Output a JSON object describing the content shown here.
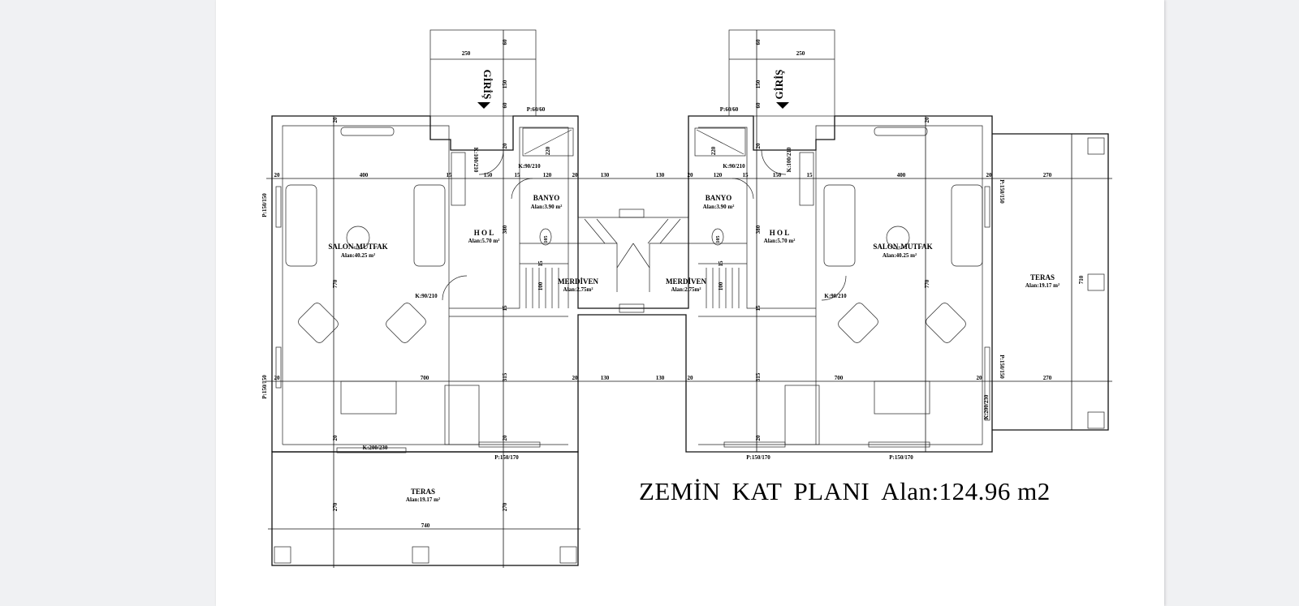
{
  "title": {
    "words": [
      "ZEMİN",
      "KAT",
      "PLANI",
      "Alan:124.96 m2"
    ]
  },
  "labels": {
    "salon_left": "SALON-MUTFAK",
    "salon_left_area": "Alan:40.25 m²",
    "salon_right": "SALON-MUTFAK",
    "salon_right_area": "Alan:40.25 m²",
    "hol_left": "H O L",
    "hol_left_area": "Alan:5.70 m²",
    "hol_right": "H O L",
    "hol_right_area": "Alan:5.70 m²",
    "banyo_left": "BANYO",
    "banyo_left_area": "Alan:3.90 m²",
    "banyo_right": "BANYO",
    "banyo_right_area": "Alan:3.90 m²",
    "merdiven_left": "MERDİVEN",
    "merdiven_left_area": "Alan:2.75m²",
    "merdiven_right": "MERDİVEN",
    "merdiven_right_area": "Alan:2.75m²",
    "teras_bottom": "TERAS",
    "teras_bottom_area": "Alan:19.17 m²",
    "teras_right": "TERAS",
    "teras_right_area": "Alan:19.17 m²",
    "giris_left": "GİRİŞ",
    "giris_right": "GİRİŞ"
  },
  "openings": {
    "p150_150": "P:150/150",
    "p60_60": "P:60/60",
    "k100_210": "K:100/210",
    "k90_210": "K:90/210",
    "k200_230": "K:200/230",
    "p150_170": "P:150/170"
  },
  "dims": {
    "d20": "20",
    "d15": "15",
    "d60": "60",
    "d100": "100",
    "d105": "105",
    "d120": "120",
    "d130": "130",
    "d150": "150",
    "d220": "220",
    "d250": "250",
    "d270": "270",
    "d315": "315",
    "d380": "380",
    "d400": "400",
    "d700": "700",
    "d710": "710",
    "d740": "740",
    "d770": "770"
  },
  "colors": {
    "page": "#ffffff",
    "viewer_bg": "#f0f1f3",
    "ink": "#000000"
  }
}
